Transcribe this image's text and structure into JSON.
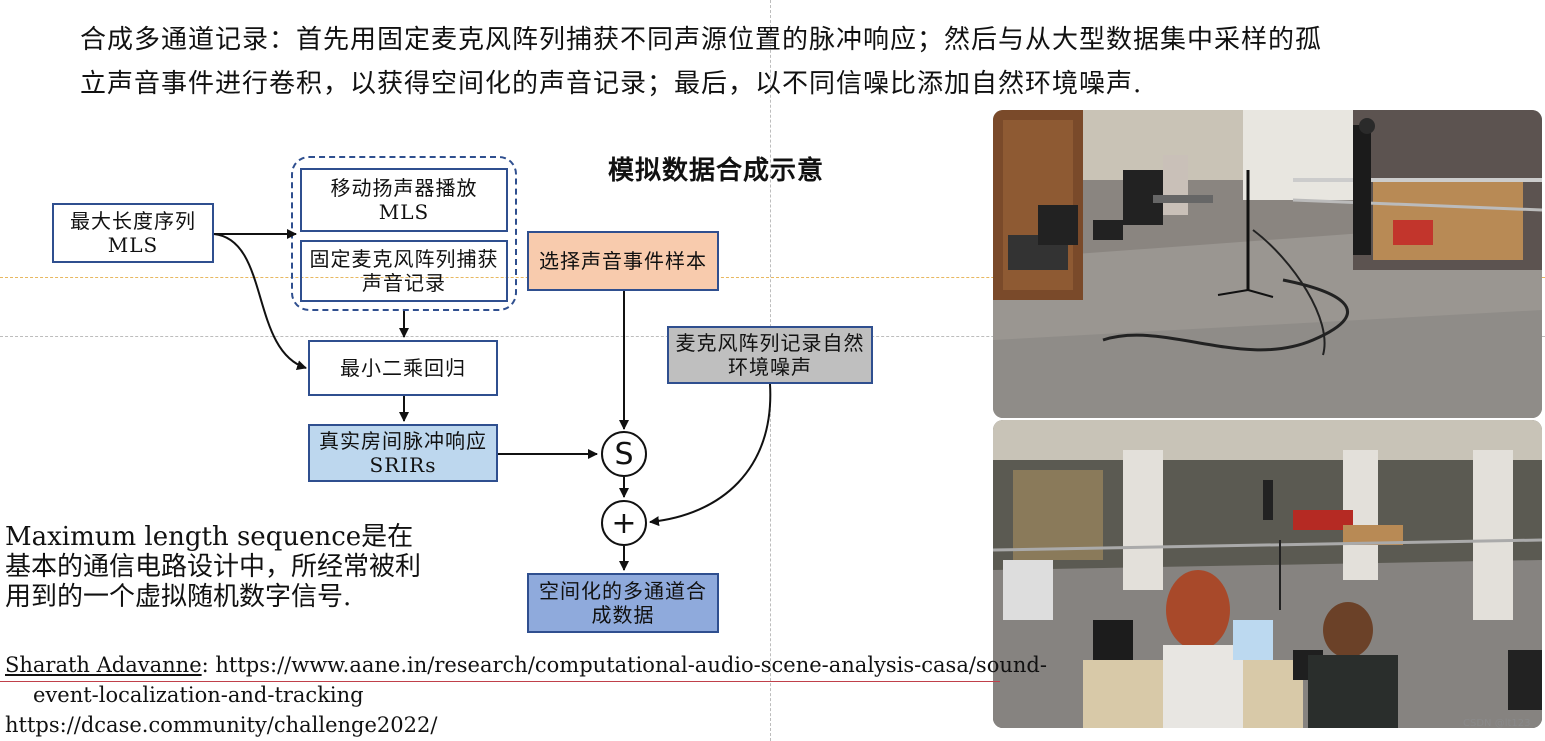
{
  "intro": {
    "line1": "合成多通道记录：首先用固定麦克风阵列捕获不同声源位置的脉冲响应；然后与从大型数据集中采样的孤",
    "line2": "立声音事件进行卷积，以获得空间化的声音记录；最后，以不同信噪比添加自然环境噪声."
  },
  "diagram": {
    "title": "模拟数据合成示意",
    "boxes": {
      "mls": "最大长度序列MLS",
      "move_speaker": "移动扬声器播放MLS",
      "fixed_mic": "固定麦克风阵列捕获声音记录",
      "least_squares": "最小二乘回归",
      "srir": "真实房间脉冲响应SRIRs",
      "select_event": "选择声音事件样本",
      "ambient_noise": "麦克风阵列记录自然环境噪声",
      "output": "空间化的多通道合成数据"
    },
    "operators": {
      "conv": "S",
      "add": "+"
    },
    "colors": {
      "srir_fill": "#bdd7ee",
      "select_fill": "#f8cbad",
      "noise_fill": "#bfbfbf",
      "output_fill": "#8faadc",
      "border": "#2f4f8f"
    }
  },
  "mls_note": "Maximum length sequence是在基本的通信电路设计中，所经常被利用到的一个虚拟随机数字信号.",
  "references": {
    "author": "Sharath Adavanne",
    "url1_line1": ": https://www.aane.in/research/computational-audio-scene-analysis-casa/sound-",
    "url1_line2": "event-localization-and-tracking",
    "url2": "https://dcase.community/challenge2022/"
  },
  "watermark": "CSDN @lt123"
}
